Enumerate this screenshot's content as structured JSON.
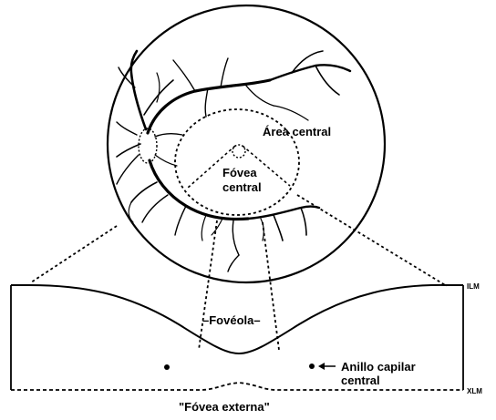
{
  "fundus": {
    "area_label": "Área central",
    "fovea_label_line1": "Fóvea",
    "fovea_label_line2": "central"
  },
  "section": {
    "foveola_label": "–Fovéola–",
    "ring_label_line1": "Anillo capilar",
    "ring_label_line2": "central",
    "ilm_label": "ILM",
    "xlm_label": "XLM",
    "outer_fovea_label": "\"Fóvea externa\""
  },
  "colors": {
    "ink": "#000000",
    "background": "#ffffff"
  }
}
